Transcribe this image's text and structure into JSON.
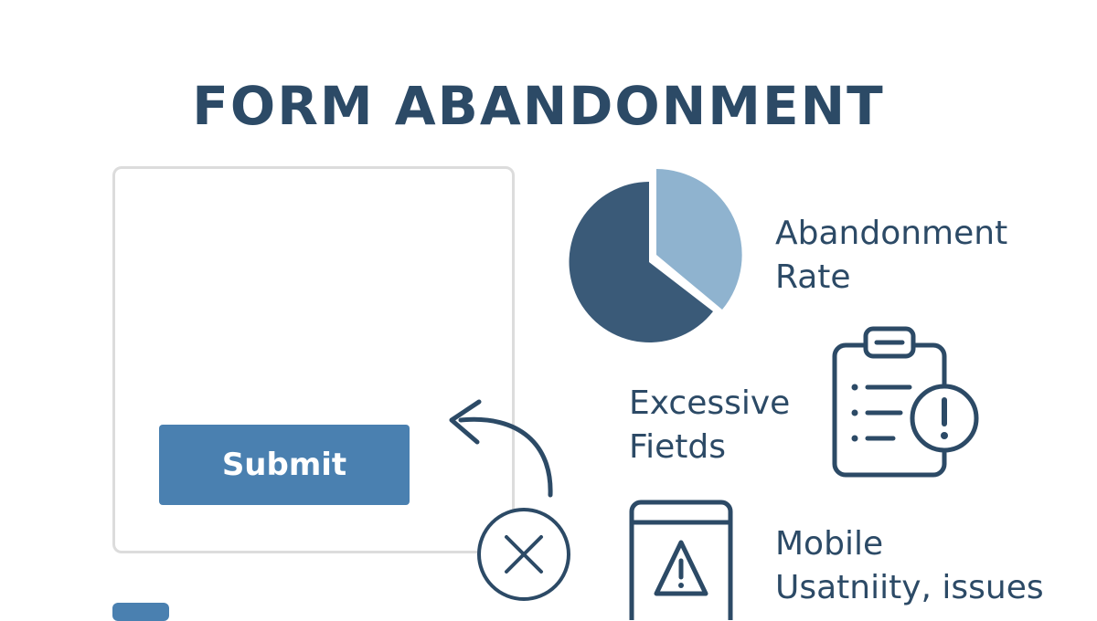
{
  "title": "FORM ABANDONMENT",
  "form": {
    "submit_label": "Submit"
  },
  "items": {
    "rate": {
      "line1": "Abandonment",
      "line2": "Rate"
    },
    "fields": {
      "line1": "Excessive",
      "line2": "Fietds"
    },
    "mobile": {
      "line1": "Mobile",
      "line2": "Usatniity, issues"
    }
  },
  "icons": {
    "back": "back-arrow-icon",
    "close": "close-icon",
    "clipboard": "clipboard-alert-icon",
    "phone": "mobile-warning-icon"
  },
  "colors": {
    "dark": "#2c4a66",
    "pie_dark": "#3a5a78",
    "pie_light": "#8fb3cf",
    "button": "#4a80b0"
  }
}
